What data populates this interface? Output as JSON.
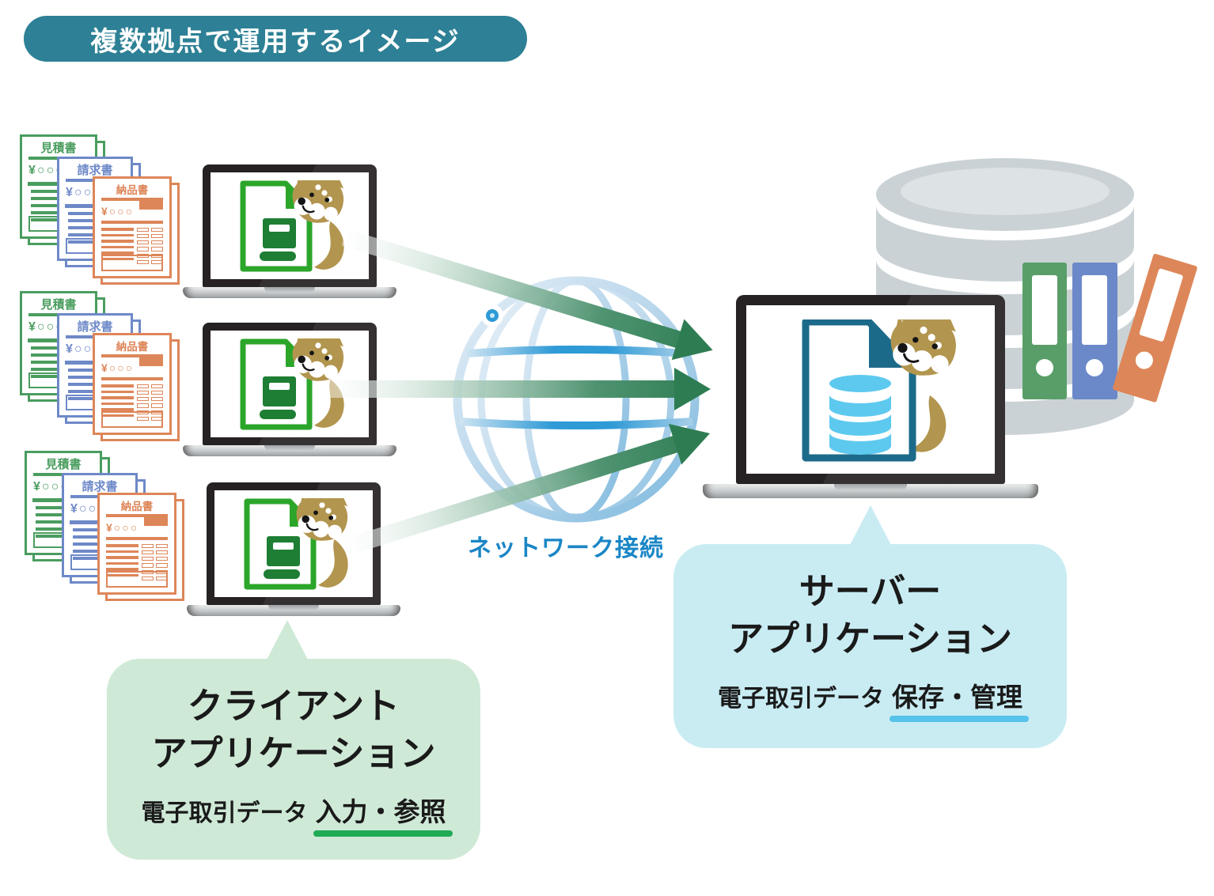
{
  "banner": {
    "title": "複数拠点で運用するイメージ"
  },
  "documents": {
    "quote": {
      "title": "見積書",
      "price": "¥○○○"
    },
    "invoice": {
      "title": "請求書",
      "price": "¥○○○"
    },
    "delivery": {
      "title": "納品書",
      "price": "¥○○○"
    }
  },
  "network": {
    "label": "ネットワーク接続"
  },
  "bubbles": {
    "client": {
      "line1": "クライアント",
      "line2": "アプリケーション",
      "data_label": "電子取引データ",
      "action": "入力・参照"
    },
    "server": {
      "line1": "サーバー",
      "line2": "アプリケーション",
      "data_label": "電子取引データ",
      "action": "保存・管理"
    }
  },
  "icons": {
    "client_screen": "document-book-shiba-icon",
    "server_screen": "document-database-shiba-icon",
    "middle": "globe-icon",
    "storage": "database-cylinder-icon"
  },
  "colors": {
    "teal": "#2d8095",
    "doc_green": "#4a9d5f",
    "doc_blue": "#6e89c8",
    "doc_orange": "#dd8659",
    "icon_green": "#2ba62a",
    "book_green": "#1e7e34",
    "icon_teal": "#1c6a8a",
    "db_blue": "#5ec9ef",
    "tan": "#b2954e",
    "arrow_green": "#2e7d52",
    "net_blue": "#1a86c6",
    "bubble_green": "#cfe9d7",
    "bubble_blue": "#c9ecf3",
    "underline_green": "#1faa54",
    "underline_blue": "#57c2ea",
    "cyl_gray": "#cbd2d5",
    "cyl_gray_light": "#dde2e5",
    "binder_green": "#599e68",
    "binder_blue": "#6b88c9",
    "binder_orange": "#dd8659",
    "bezel": "#262123",
    "text_dark": "#1a1a1a"
  }
}
